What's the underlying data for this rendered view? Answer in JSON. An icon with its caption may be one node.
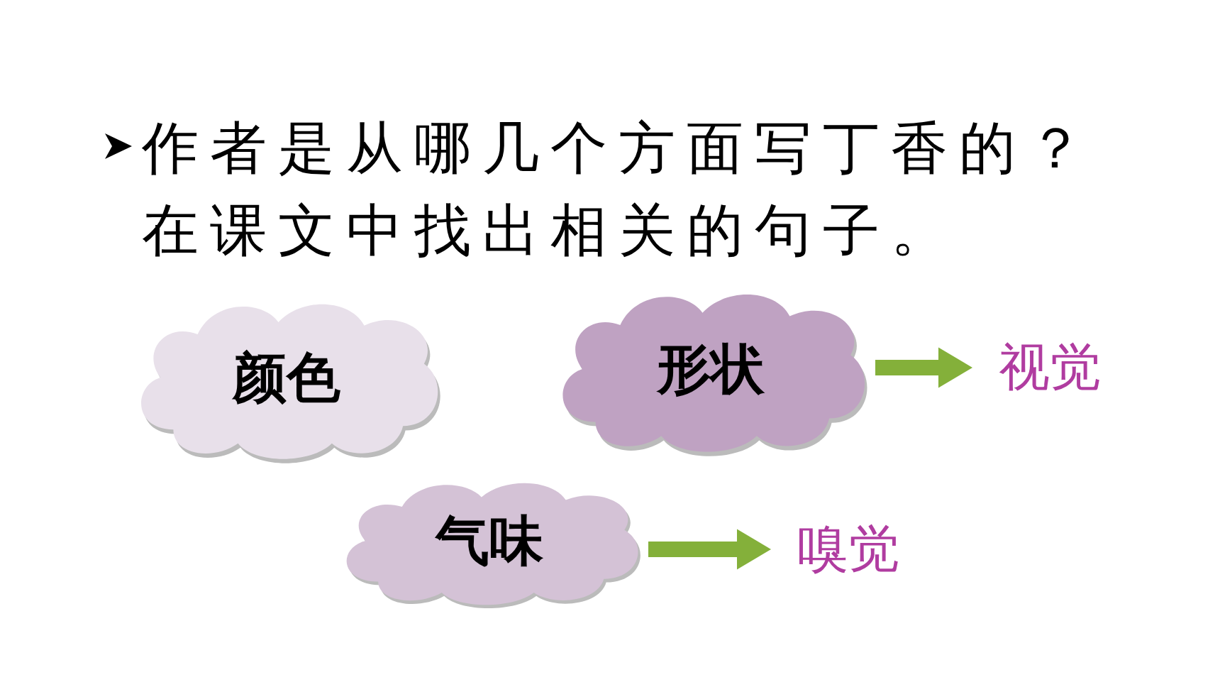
{
  "diagram": {
    "nodes": [
      {
        "text": [
          "颜色"
        ]
      },
      {
        "text": [
          "形状"
        ]
      },
      {
        "text": [
          "视觉"
        ]
      },
      {
        "text": [
          "气味"
        ]
      },
      {
        "text": [
          "嗅觉"
        ]
      }
    ],
    "edges": [
      {
        "from": 1,
        "to": 2,
        "arrow": "to"
      },
      {
        "from": 3,
        "to": 4,
        "arrow": "to"
      }
    ],
    "labels": [
      "作者是从哪几个方面写丁香的？在课文中找出相关的句子。"
    ]
  }
}
